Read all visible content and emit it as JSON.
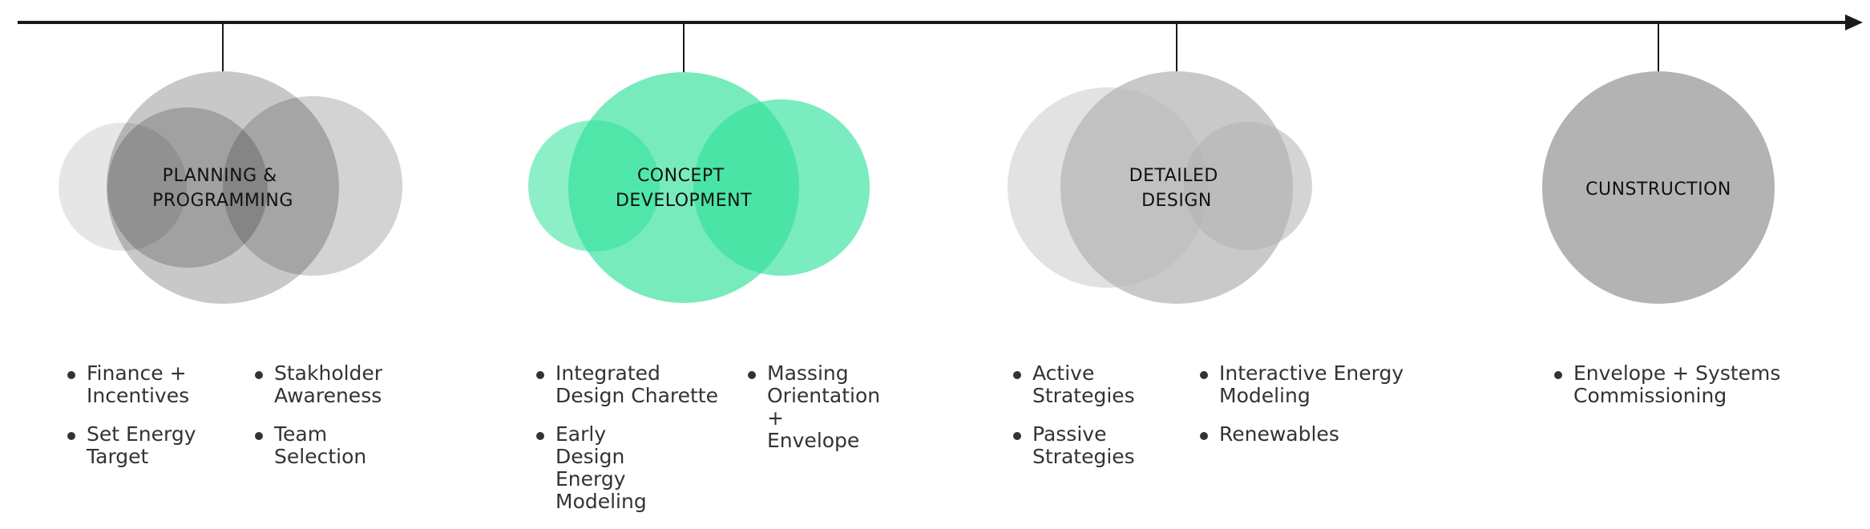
{
  "colors": {
    "line": "#1a1a1a",
    "gray_light": "#e0e0e0",
    "gray_mid": "#c4c4c4",
    "gray_dark": "#b3b3b3",
    "green": "#2fe19a",
    "green_light": "#8cefc8"
  },
  "stages": [
    {
      "label_lines": [
        "PLANNING &",
        "PROGRAMMING"
      ],
      "columns": [
        [
          "Finance + Incentives",
          "Set Energy Target"
        ],
        [
          "Stakholder Awareness",
          "Team Selection"
        ]
      ]
    },
    {
      "label_lines": [
        "CONCEPT",
        "DEVELOPMENT"
      ],
      "columns": [
        [
          "Integrated Design Charette",
          "Early Design Energy Modeling"
        ],
        [
          "Massing Orientation + Envelope"
        ]
      ]
    },
    {
      "label_lines": [
        "DETAILED",
        "DESIGN"
      ],
      "columns": [
        [
          "Active Strategies",
          "Passive Strategies"
        ],
        [
          "Interactive Energy Modeling",
          "Renewables"
        ]
      ]
    },
    {
      "label_lines": [
        "CUNSTRUCTION"
      ],
      "columns": [
        [
          "Envelope + Systems Commissioning"
        ]
      ]
    }
  ]
}
